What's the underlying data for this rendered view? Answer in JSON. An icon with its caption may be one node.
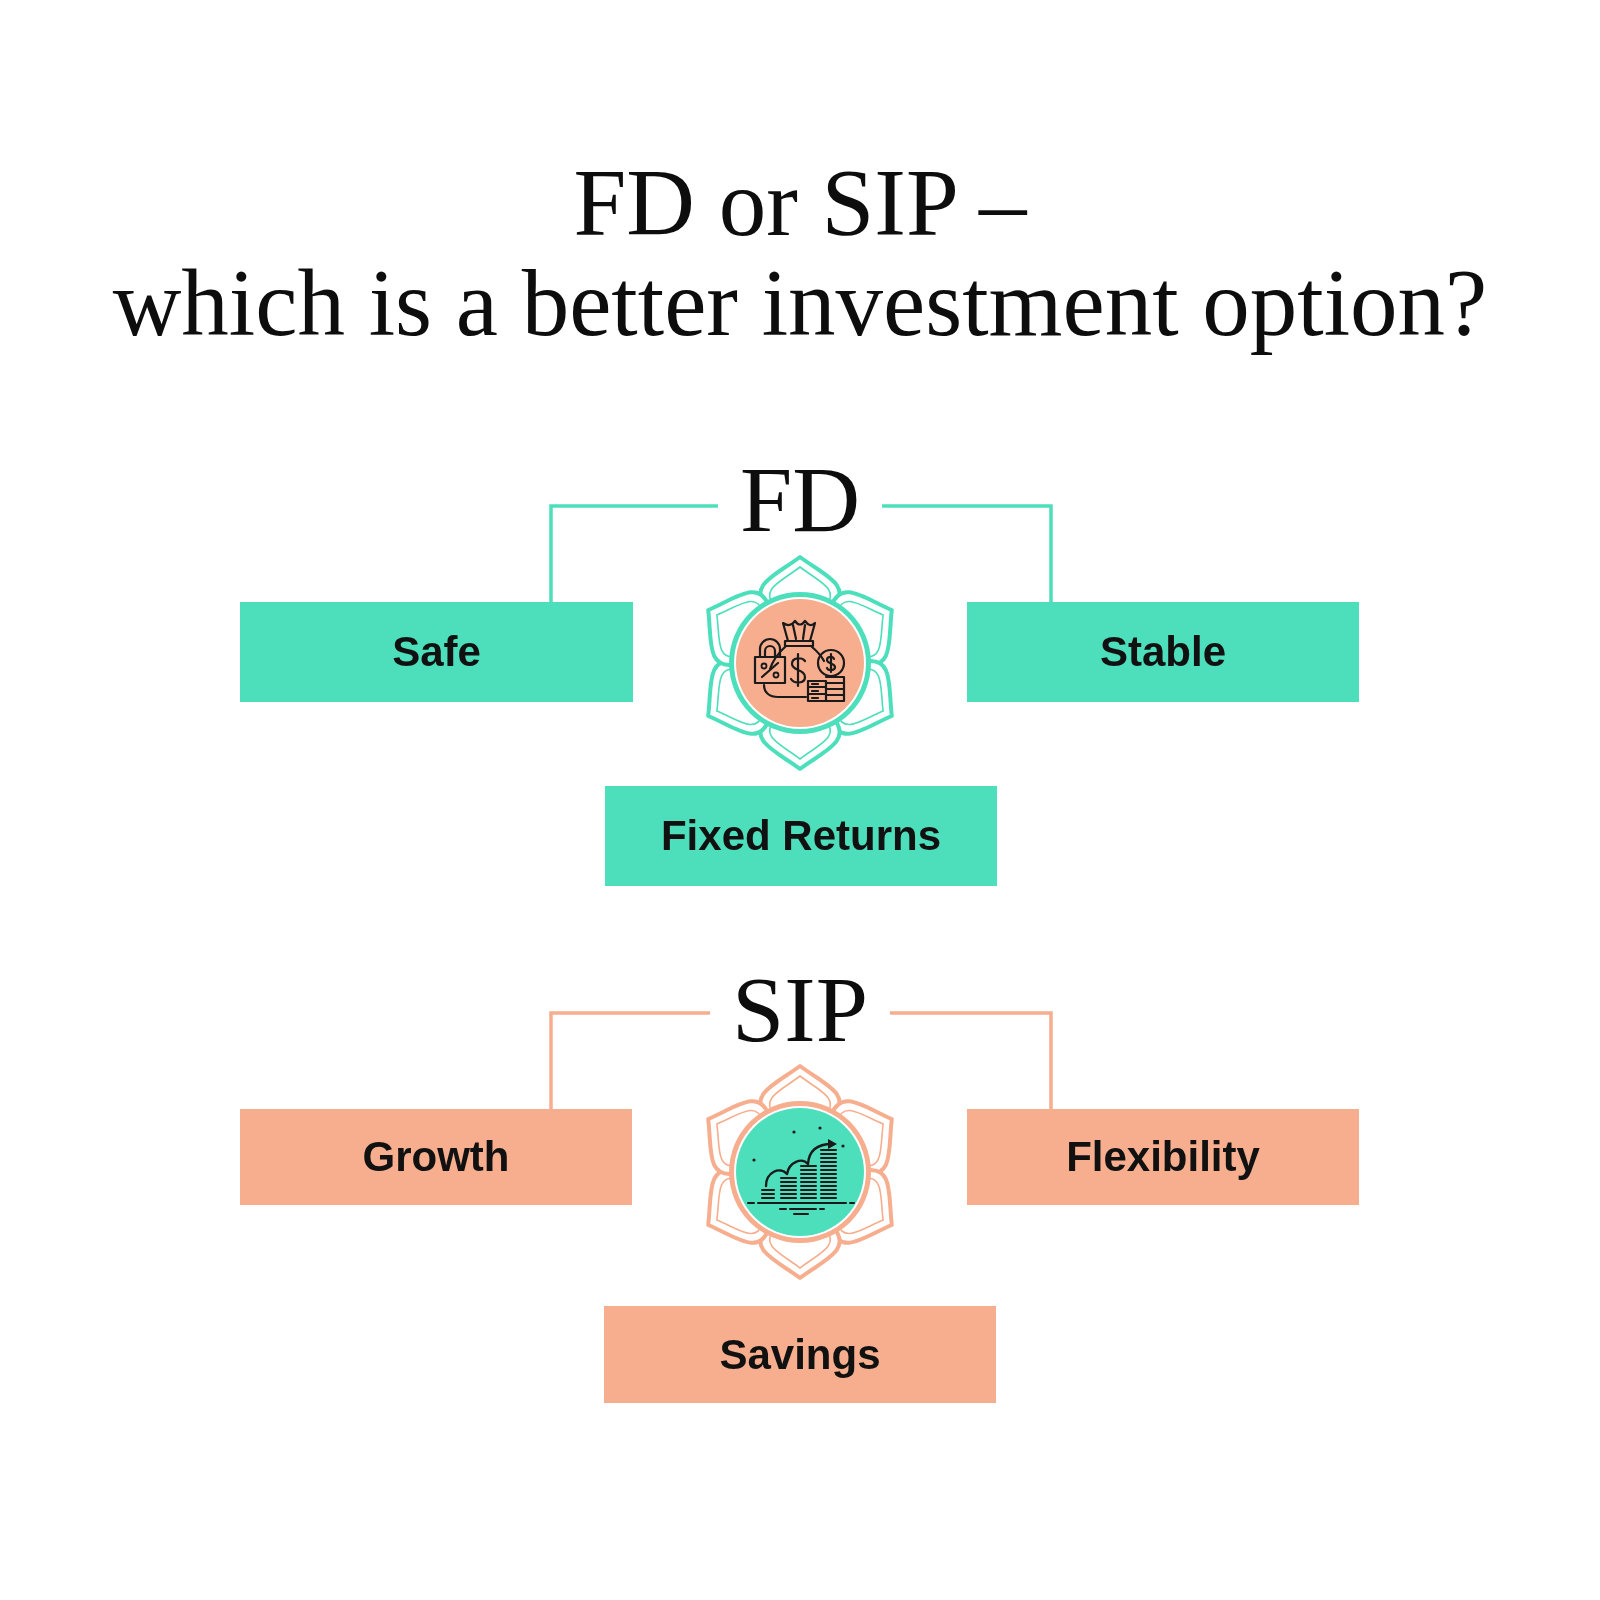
{
  "diagram": {
    "title": "FD or SIP – which is a better investment option?",
    "nodes": [
      {
        "text": [
          "FD"
        ]
      },
      {
        "text": [
          "Safe"
        ]
      },
      {
        "text": [
          "Stable"
        ]
      },
      {
        "text": [
          "Fixed Returns"
        ]
      },
      {
        "text": [
          "SIP"
        ]
      },
      {
        "text": [
          "Growth"
        ]
      },
      {
        "text": [
          "Flexibility"
        ]
      },
      {
        "text": [
          "Savings"
        ]
      }
    ],
    "edges": [
      {
        "from": 0,
        "to": 1,
        "arrow": "none",
        "color": "#4ddfbb"
      },
      {
        "from": 0,
        "to": 2,
        "arrow": "none",
        "color": "#4ddfbb"
      },
      {
        "from": 4,
        "to": 5,
        "arrow": "none",
        "color": "#f6ae8f"
      },
      {
        "from": 4,
        "to": 6,
        "arrow": "none",
        "color": "#f6ae8f"
      }
    ]
  }
}
